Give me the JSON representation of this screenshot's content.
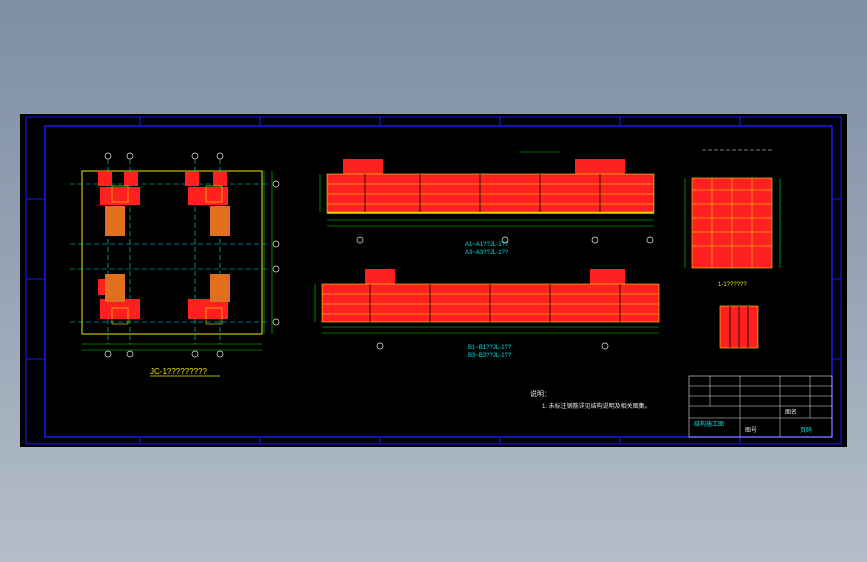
{
  "drawing": {
    "plan_title": "JC-1?????????",
    "beam1_title_a": "A1~A1??JL-1??",
    "beam1_title_b": "A3~A3??JL-1??",
    "beam2_title_a": "B1~B1??JL-1??",
    "beam2_title_b": "B3~B3??JL-1??",
    "section_title": "1-1??????",
    "notes_heading": "说明：",
    "notes_line1": "1. 未标注钢筋详见结构说明及相关图集。",
    "title_block": {
      "project_label": "结构施工图",
      "drawing_label": "图名",
      "number_label": "图号",
      "sheet_label": "页码"
    }
  },
  "colors": {
    "background": "#000000",
    "frame": "#1818ff",
    "rebar": "#ff2020",
    "dimension": "#00e000",
    "text": "#f2e600",
    "axis": "#00e5e5"
  }
}
